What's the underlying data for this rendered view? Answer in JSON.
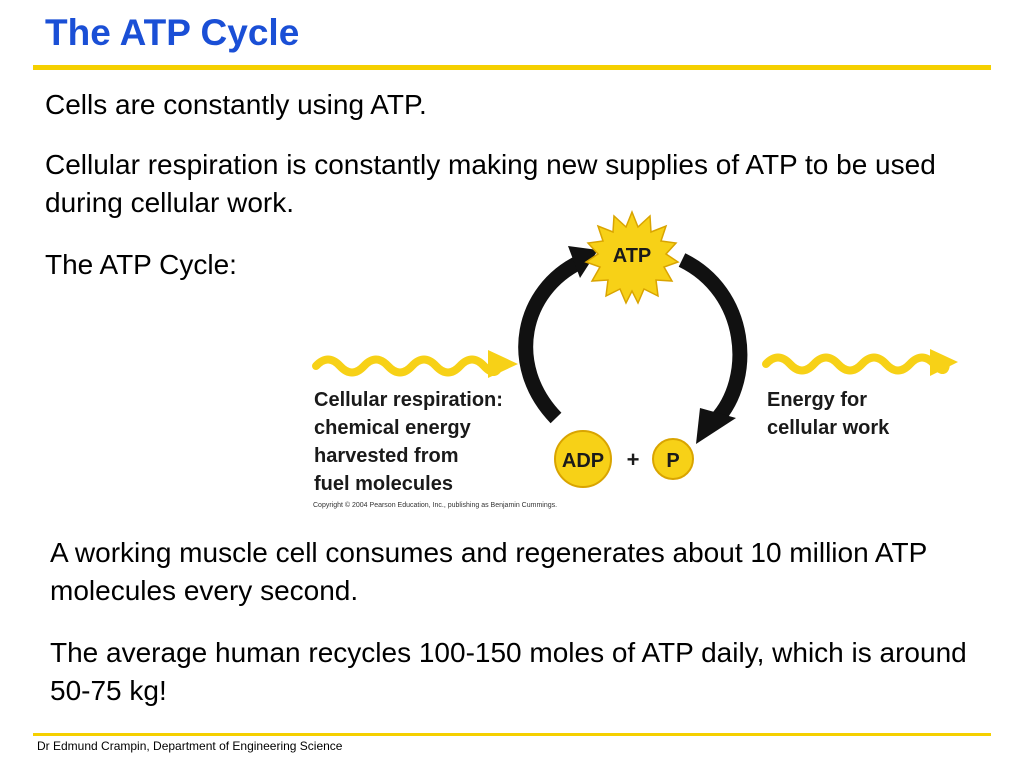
{
  "slide": {
    "title": "The ATP Cycle",
    "paragraphs": {
      "p1": "Cells are constantly using ATP.",
      "p2": "Cellular respiration is constantly making new supplies of ATP to be used during cellular work.",
      "p3": "The ATP Cycle:",
      "p4": "A working muscle cell consumes and regenerates about 10 million ATP molecules every second.",
      "p5": "The average human recycles 100-150 moles of ATP daily, which is around 50-75 kg!"
    },
    "footer": "Dr Edmund Crampin, Department of Engineering Science"
  },
  "diagram": {
    "atp_label": "ATP",
    "adp_label": "ADP",
    "plus_sign": "+",
    "phosphate_label": "P",
    "left_caption": {
      "line1": "Cellular respiration:",
      "line2": "chemical energy",
      "line3": "harvested from",
      "line4": "fuel molecules"
    },
    "right_caption": {
      "line1": "Energy for",
      "line2": "cellular work"
    },
    "copyright": "Copyright © 2004 Pearson Education, Inc., publishing as Benjamin Cummings.",
    "colors": {
      "energy_yellow": "#f7d117",
      "badge_outline": "#d9a400",
      "arrow_black": "#111111",
      "title_blue": "#1a4fd6",
      "rule_yellow": "#f5d000"
    }
  }
}
